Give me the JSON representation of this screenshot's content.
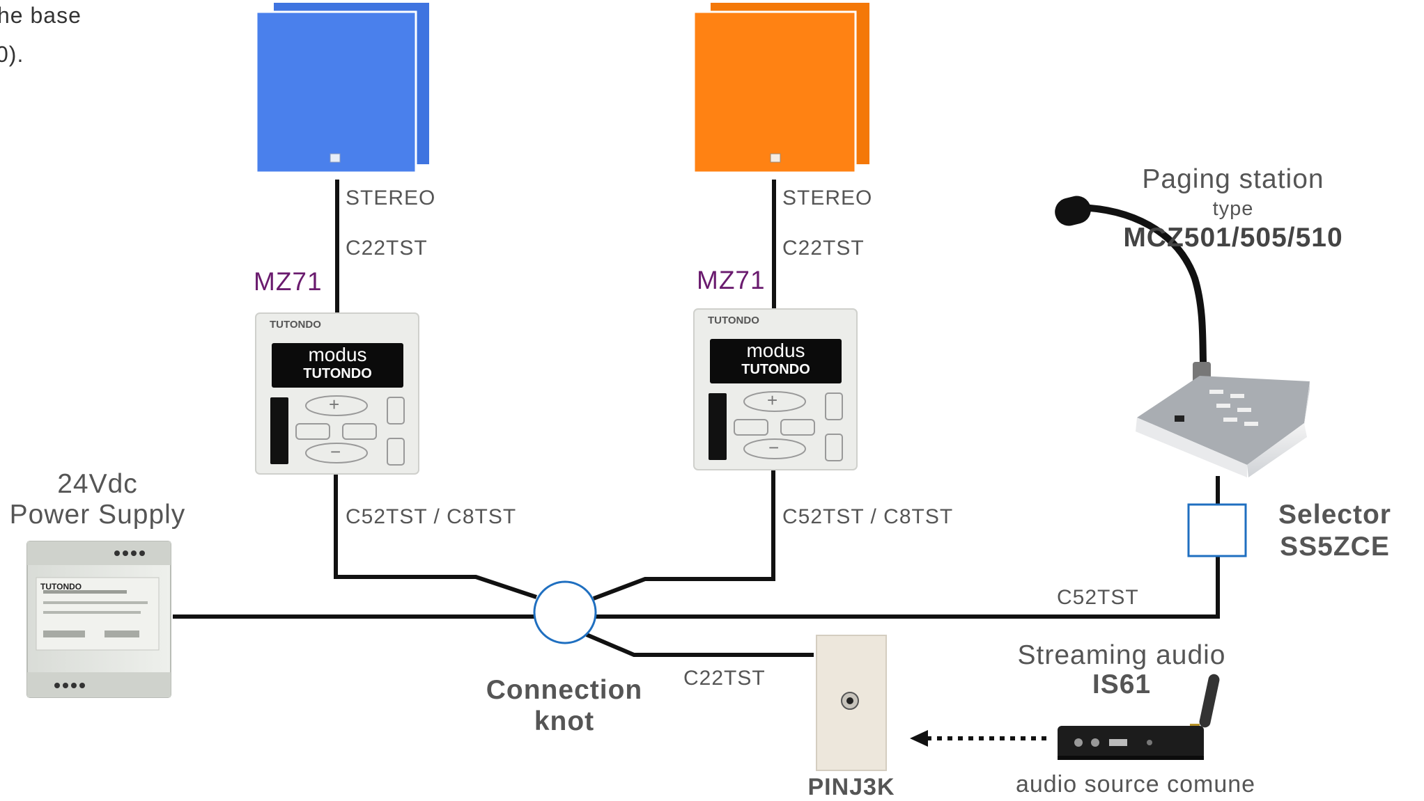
{
  "header_fragment": {
    "line1": "he base",
    "line2": "0)."
  },
  "speakers": [
    {
      "cable_top": "STEREO",
      "cable_mid": "C22TST",
      "model": "MZ71",
      "cable_bottom": "C52TST / C8TST",
      "brand": "TUTONDO",
      "display_line1": "modus",
      "display_line2": "TUTONDO",
      "color": "#4a7ee8"
    },
    {
      "cable_top": "STEREO",
      "cable_mid": "C22TST",
      "model": "MZ71",
      "cable_bottom": "C52TST / C8TST",
      "brand": "TUTONDO",
      "display_line1": "modus",
      "display_line2": "TUTONDO",
      "color": "#ff7f0f"
    }
  ],
  "power_supply": {
    "line1": "24Vdc",
    "line2": "Power Supply",
    "brand": "TUTONDO"
  },
  "paging_station": {
    "line1": "Paging station",
    "line2": "type",
    "model": "MCZ501/505/510"
  },
  "selector": {
    "line1": "Selector",
    "line2": "SS5ZCE",
    "cable": "C52TST"
  },
  "knot": {
    "line1": "Connection",
    "line2": "knot"
  },
  "pinj": {
    "cable": "C22TST",
    "model": "PINJ3K"
  },
  "streaming": {
    "line1": "Streaming audio",
    "model": "IS61",
    "caption": "audio source comune"
  },
  "colors": {
    "wire": "#111111",
    "knot": "#1f6fc0",
    "model_accent": "#6a1b6e",
    "text": "#555555"
  }
}
